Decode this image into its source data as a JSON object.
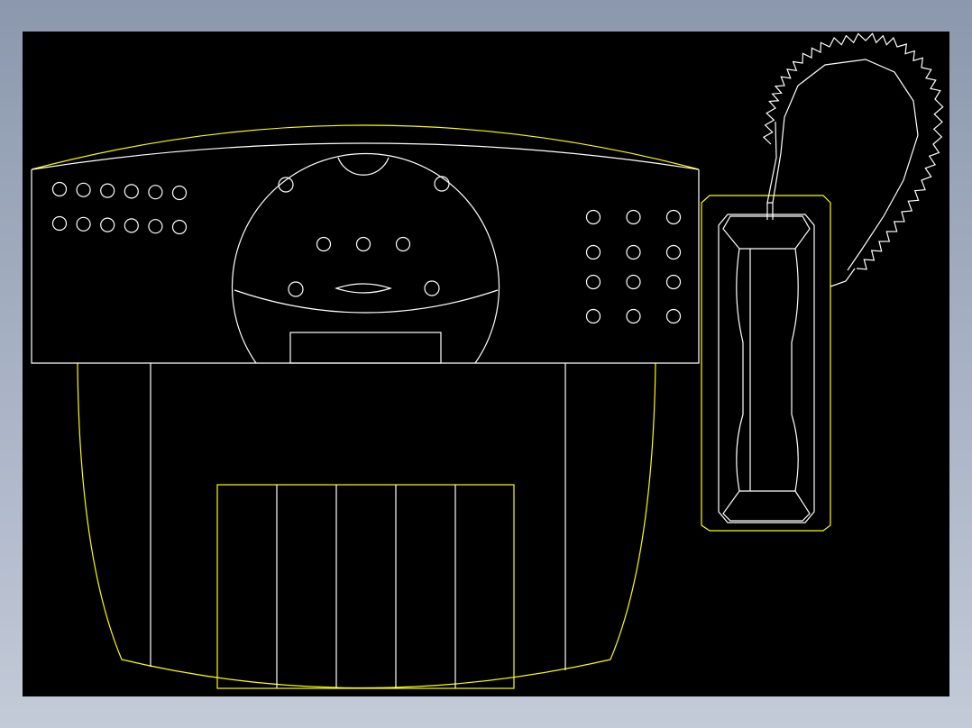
{
  "drawing": {
    "background": "#000000",
    "colors": {
      "outline": "#ffff00",
      "detail": "#ffffff",
      "frame": "#8b98ad"
    },
    "subject": "telephone-with-handset",
    "left_buttons": {
      "rows": 2,
      "columns": 6
    },
    "keypad": {
      "rows": 4,
      "columns": 3
    },
    "dial_buttons": 3,
    "lower_panels": 5
  }
}
